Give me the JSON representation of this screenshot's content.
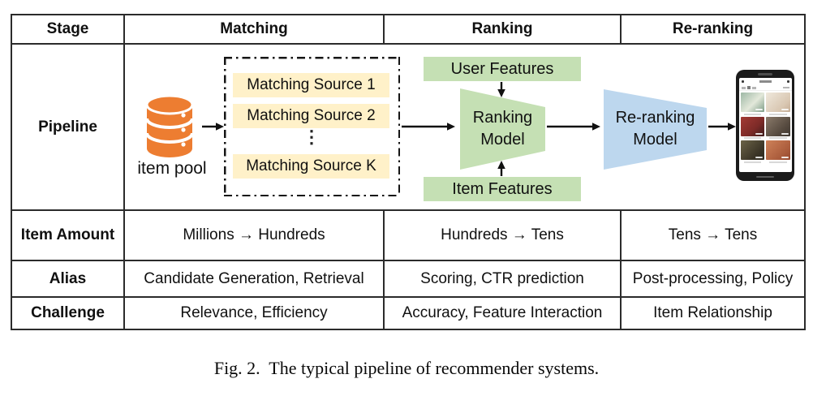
{
  "table": {
    "header": {
      "stage": "Stage",
      "matching": "Matching",
      "ranking": "Ranking",
      "reranking": "Re-ranking"
    },
    "rows": {
      "pipeline": {
        "label": "Pipeline"
      },
      "item_amount": {
        "label": "Item Amount",
        "matching": "Millions → Hundreds",
        "ranking": "Hundreds → Tens",
        "reranking": "Tens → Tens"
      },
      "alias": {
        "label": "Alias",
        "matching": "Candidate Generation, Retrieval",
        "ranking": "Scoring, CTR prediction",
        "reranking": "Post-processing, Policy"
      },
      "challenge": {
        "label": "Challenge",
        "matching": "Relevance, Efficiency",
        "ranking": "Accuracy, Feature Interaction",
        "reranking": "Item Relationship"
      }
    }
  },
  "pipeline": {
    "item_pool_label": "item pool",
    "matching_sources": [
      "Matching Source 1",
      "Matching Source 2",
      "Matching Source K"
    ],
    "ellipsis": "⋮",
    "user_features": "User Features",
    "item_features": "Item Features",
    "ranking_model": {
      "line1": "Ranking",
      "line2": "Model"
    },
    "reranking_model": {
      "line1": "Re-ranking",
      "line2": "Model"
    }
  },
  "caption": {
    "text": "Fig. 2.  The typical pipeline of recommender systems."
  },
  "colors": {
    "item_pool_orange": "#ED7D31",
    "matching_source_yellow": "#FFF1C9",
    "feature_green": "#C5E0B4",
    "reranking_blue": "#BDD7EE",
    "table_border": "#2b2b2b"
  }
}
